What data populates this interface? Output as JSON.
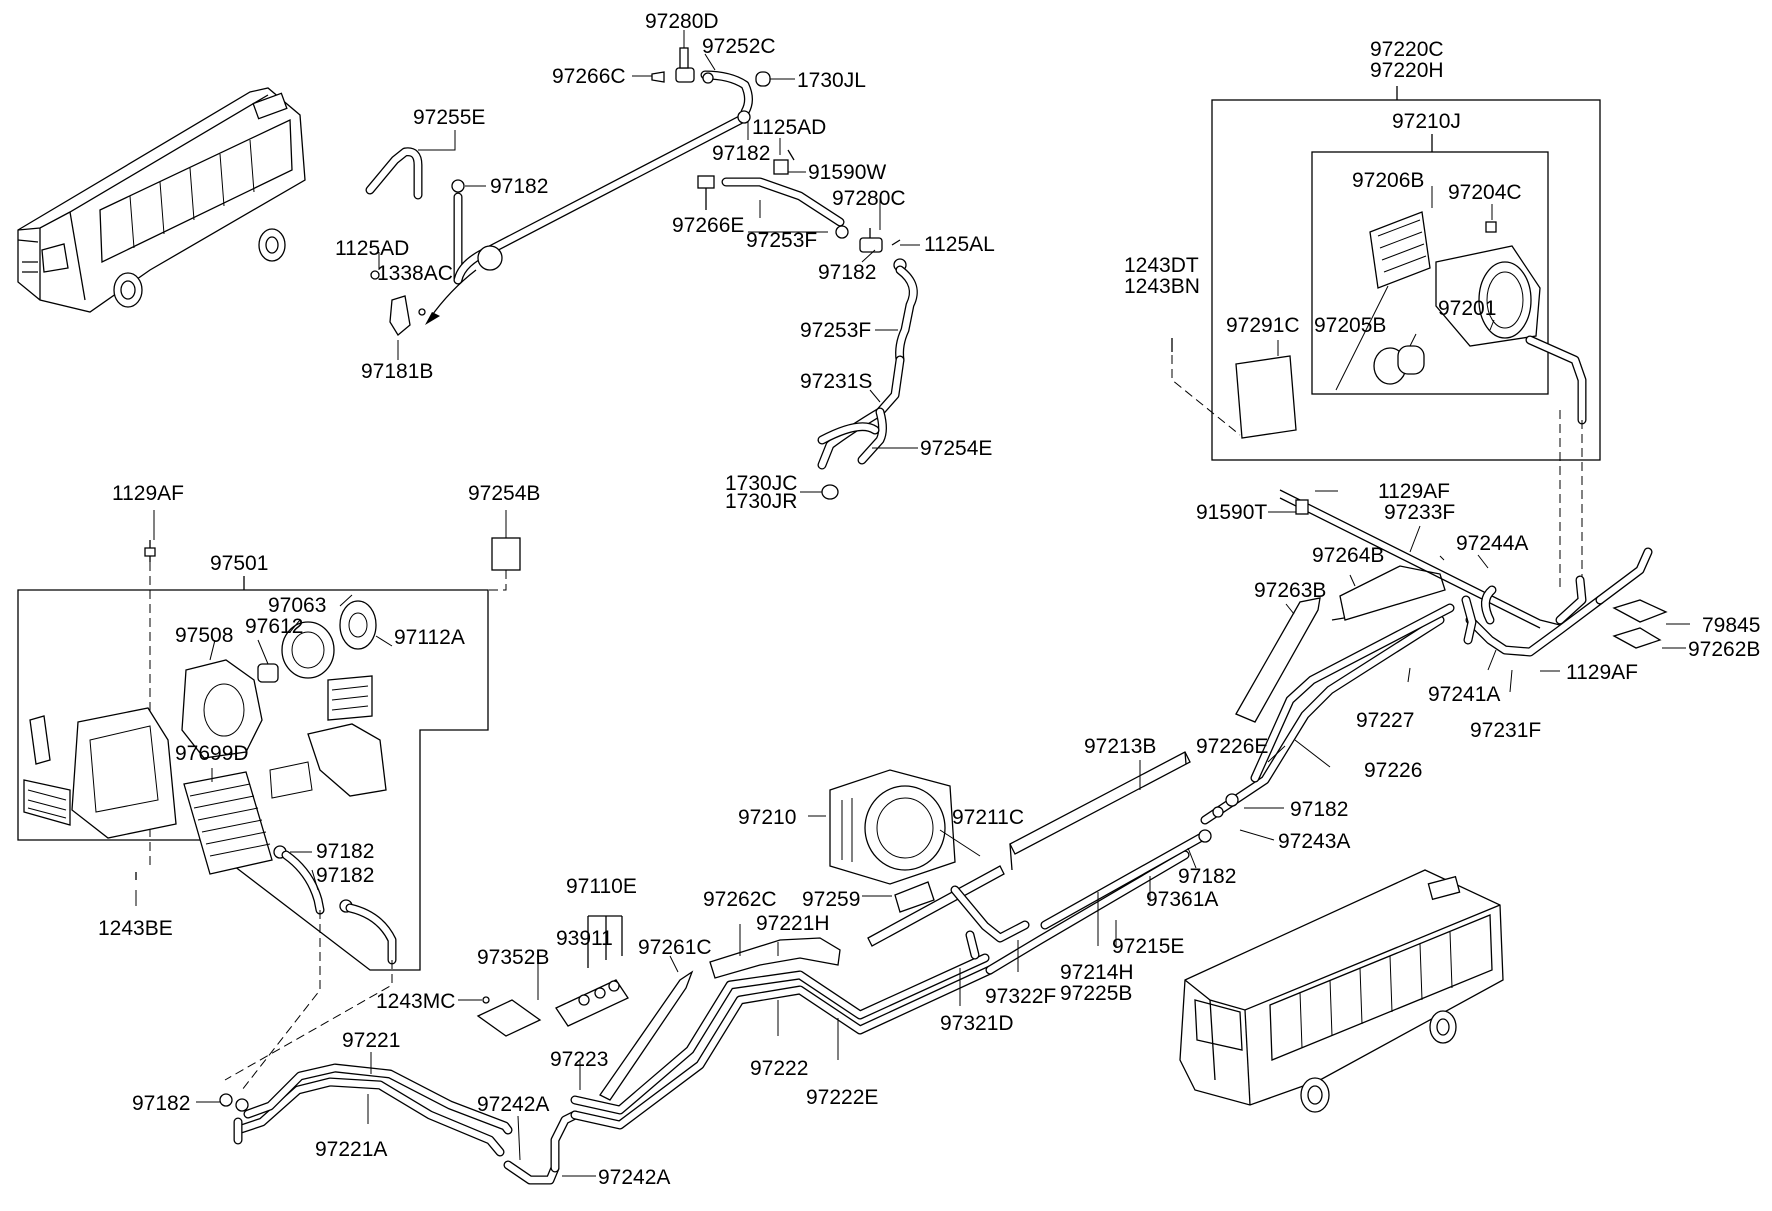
{
  "colors": {
    "line": "#000000",
    "background": "#ffffff"
  },
  "labels": {
    "p97280D": "97280D",
    "p97252C": "97252C",
    "p97266C": "97266C",
    "p1730JL": "1730JL",
    "p97255E": "97255E",
    "p1125AD_a": "1125AD",
    "p97182_a": "97182",
    "p97182_b": "97182",
    "p91590W": "91590W",
    "p97266E": "97266E",
    "p97280C": "97280C",
    "p97253F_a": "97253F",
    "p1125AL": "1125AL",
    "p97182_c": "97182",
    "p1125AD_b": "1125AD",
    "p1338AC": "1338AC",
    "p97181B": "97181B",
    "p97253F_b": "97253F",
    "p97231S": "97231S",
    "p97254E": "97254E",
    "p1730JC": "1730JC",
    "p1730JR": "1730JR",
    "p97220C": "97220C",
    "p97220H": "97220H",
    "p97210J": "97210J",
    "p97206B": "97206B",
    "p97204C": "97204C",
    "p1243DT": "1243DT",
    "p1243BN": "1243BN",
    "p97291C": "97291C",
    "p97201": "97201",
    "p97205B": "97205B",
    "p1129AF_a": "1129AF",
    "p97254B": "97254B",
    "p97501": "97501",
    "p97063": "97063",
    "p97508": "97508",
    "p97612": "97612",
    "p97112A": "97112A",
    "p97699D": "97699D",
    "p97182_d": "97182",
    "p97182_e": "97182",
    "p1243BE": "1243BE",
    "p1129AF_b": "1129AF",
    "p91590T": "91590T",
    "p97233F": "97233F",
    "p97264B": "97264B",
    "p97244A": "97244A",
    "p97263B": "97263B",
    "p79845": "79845",
    "p97262B": "97262B",
    "p1129AF_c": "1129AF",
    "p97241A": "97241A",
    "p97227": "97227",
    "p97231F": "97231F",
    "p97213B": "97213B",
    "p97226E": "97226E",
    "p97226": "97226",
    "p97182_f": "97182",
    "p97243A": "97243A",
    "p97210": "97210",
    "p97211C": "97211C",
    "p97182_g": "97182",
    "p97361A": "97361A",
    "p97259": "97259",
    "p97215E": "97215E",
    "p97110E": "97110E",
    "p97262C": "97262C",
    "p97221H": "97221H",
    "p93911": "93911",
    "p97261C": "97261C",
    "p97352B": "97352B",
    "p97214H": "97214H",
    "p97225B": "97225B",
    "p97322F": "97322F",
    "p1243MC": "1243MC",
    "p97321D": "97321D",
    "p97221": "97221",
    "p97223": "97223",
    "p97222": "97222",
    "p97182_h": "97182",
    "p97242A_a": "97242A",
    "p97222E": "97222E",
    "p97221A": "97221A",
    "p97242A_b": "97242A"
  }
}
